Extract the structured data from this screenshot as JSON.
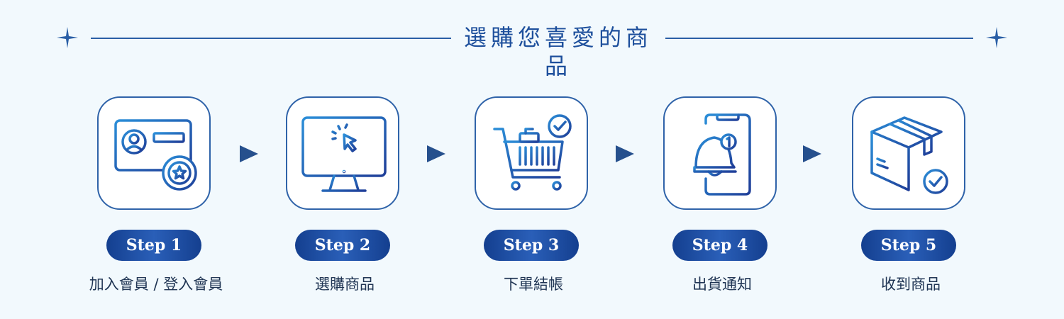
{
  "header": {
    "title": "選購您喜愛的商品"
  },
  "colors": {
    "accent": "#1d4f9c",
    "badge": "#143f8f",
    "background": "#f2f9fd"
  },
  "steps": [
    {
      "badge": "Step 1",
      "label": "加入會員 / 登入會員",
      "icon": "member-card-icon"
    },
    {
      "badge": "Step 2",
      "label": "選購商品",
      "icon": "monitor-click-icon"
    },
    {
      "badge": "Step 3",
      "label": "下單結帳",
      "icon": "shopping-cart-icon"
    },
    {
      "badge": "Step 4",
      "label": "出貨通知",
      "icon": "phone-notification-icon"
    },
    {
      "badge": "Step 5",
      "label": "收到商品",
      "icon": "package-received-icon"
    }
  ]
}
